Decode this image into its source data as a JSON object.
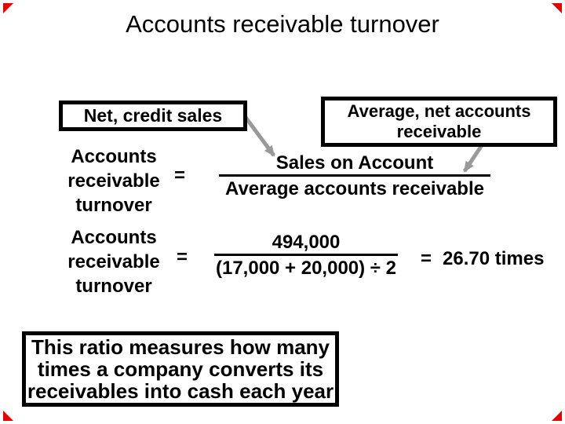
{
  "slide": {
    "title": "Accounts receivable turnover",
    "colors": {
      "background": "#ffffff",
      "text": "#000000",
      "box_border": "#000000",
      "arrow": "#999999",
      "corner_marker": "#e60000"
    },
    "callout_boxes": {
      "net_credit_sales": "Net, credit sales",
      "average_net_ar": {
        "line1": "Average, net accounts",
        "line2": "receivable"
      }
    },
    "formula1": {
      "label_line1": "Accounts",
      "label_line2": "receivable",
      "label_line3": "turnover",
      "equals": "=",
      "numerator": "Sales on Account",
      "denominator": "Average accounts receivable"
    },
    "formula2": {
      "label_line1": "Accounts",
      "label_line2": "receivable",
      "label_line3": "turnover",
      "equals": "=",
      "numerator": "494,000",
      "denominator": "(17,000 + 20,000) ÷ 2",
      "result_equals": "=",
      "result": "26.70 times"
    },
    "description": {
      "line1": "This ratio measures how many",
      "line2": "times a company converts its",
      "line3": "receivables into cash each year"
    }
  }
}
